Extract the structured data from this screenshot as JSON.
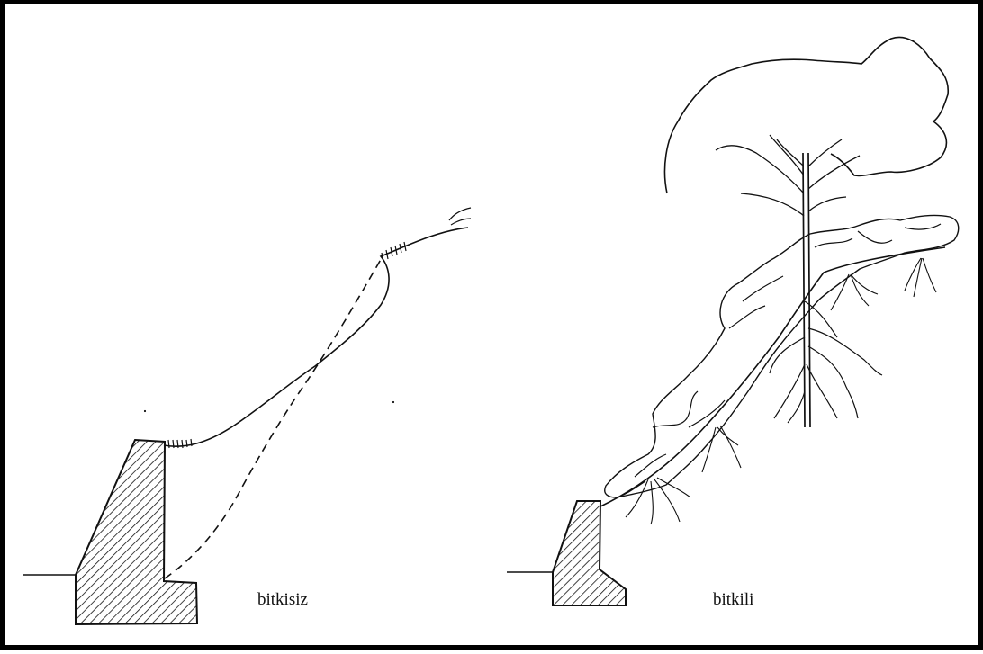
{
  "panels": [
    {
      "id": "left",
      "label": "bitkisiz"
    },
    {
      "id": "right",
      "label": "bitkili"
    }
  ],
  "colors": {
    "ink": "#111111",
    "frame": "#000000",
    "paper": "#ffffff"
  }
}
